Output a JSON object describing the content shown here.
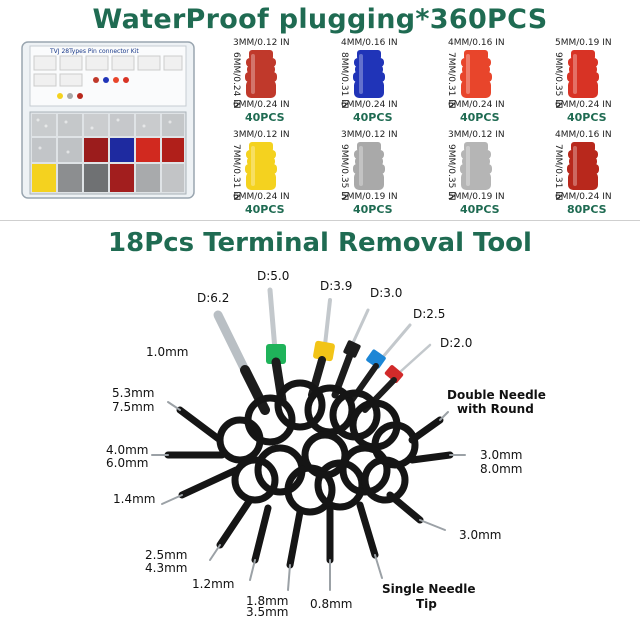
{
  "title_top": "WaterProof plugging*360PCS",
  "title_bottom": "18Pcs Terminal Removal Tool",
  "kit_box": {
    "label": "TVJ 28Types Pin connector Kit"
  },
  "seals": [
    {
      "top": "3MM/0.12 IN",
      "side": "6MM/0.24 IN",
      "bottom": "6MM/0.24 IN",
      "count": "40PCS",
      "color": "#c0392b"
    },
    {
      "top": "4MM/0.16 IN",
      "side": "8MM/0.31 IN",
      "bottom": "6MM/0.24 IN",
      "count": "40PCS",
      "color": "#2034b8"
    },
    {
      "top": "4MM/0.16 IN",
      "side": "7MM/0.31 IN",
      "bottom": "6MM/0.24 IN",
      "count": "40PCS",
      "color": "#e8452b"
    },
    {
      "top": "5MM/0.19 IN",
      "side": "9MM/0.35 IN",
      "bottom": "6MM/0.24 IN",
      "count": "40PCS",
      "color": "#d83325"
    },
    {
      "top": "3MM/0.12 IN",
      "side": "7MM/0.31 IN",
      "bottom": "6MM/0.24 IN",
      "count": "40PCS",
      "color": "#f4d21f"
    },
    {
      "top": "3MM/0.12 IN",
      "side": "9MM/0.35 IN",
      "bottom": "5MM/0.19 IN",
      "count": "40PCS",
      "color": "#a9a9a9"
    },
    {
      "top": "3MM/0.12 IN",
      "side": "9MM/0.35 IN",
      "bottom": "5MM/0.19 IN",
      "count": "40PCS",
      "color": "#b5b5b5"
    },
    {
      "top": "4MM/0.16 IN",
      "side": "7MM/0.31 IN",
      "bottom": "6MM/0.24 IN",
      "count": "80PCS",
      "color": "#b8281c"
    }
  ],
  "tool_labels": {
    "d62": "D:6.2",
    "d50": "D:5.0",
    "d39": "D:3.9",
    "d30": "D:3.0",
    "d25": "D:2.5",
    "d20": "D:2.0",
    "l10": "1.0mm",
    "l53": "5.3mm",
    "l75": "7.5mm",
    "l40": "4.0mm",
    "l60": "6.0mm",
    "l14": "1.4mm",
    "l25": "2.5mm",
    "l43": "4.3mm",
    "l12": "1.2mm",
    "l18": "1.8mm",
    "l35": "3.5mm",
    "l08": "0.8mm",
    "double1": "Double Needle",
    "double2": "with Round",
    "r30": "3.0mm",
    "r80": "8.0mm",
    "r30b": "3.0mm",
    "single1": "Single Needle",
    "single2": "Tip"
  }
}
